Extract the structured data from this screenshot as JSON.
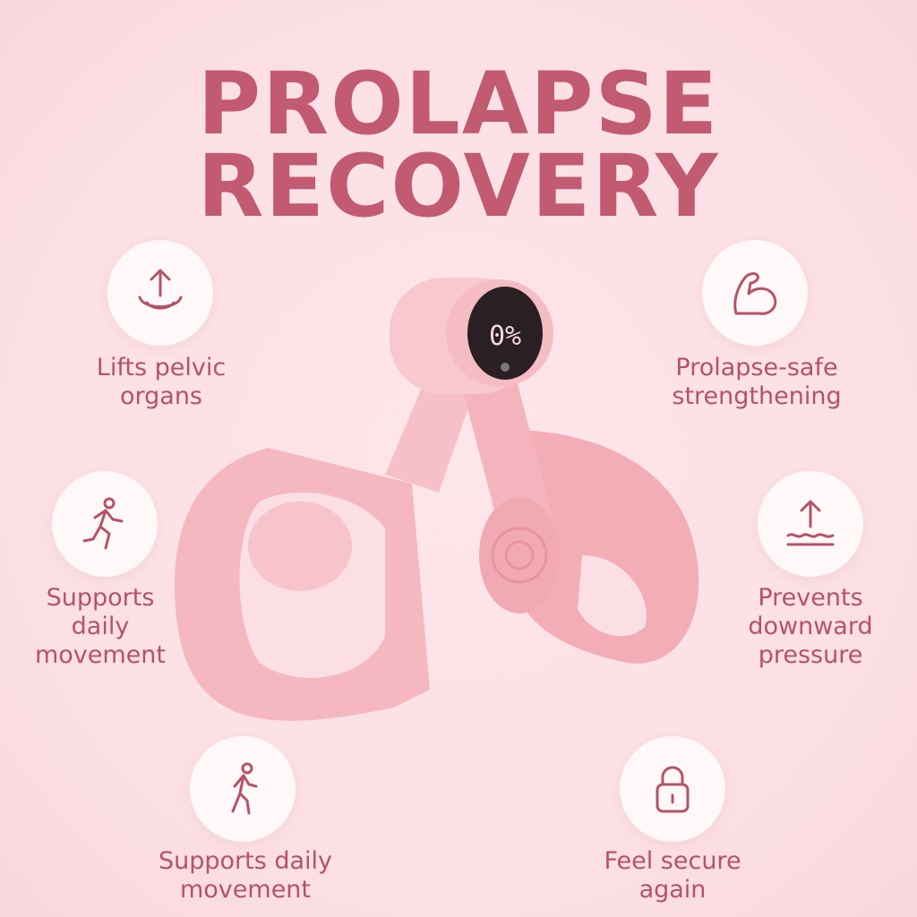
{
  "title": {
    "line1": "PROLAPSE",
    "line2": "RECOVERY"
  },
  "device": {
    "display": "0%"
  },
  "features": [
    {
      "icon": "lift-arrow-icon",
      "label": "Lifts pelvic\norgans"
    },
    {
      "icon": "flexed-arm-icon",
      "label": "Prolapse-safe\nstrengthening"
    },
    {
      "icon": "running-person-icon",
      "label": "Supports\ndaily\nmovement"
    },
    {
      "icon": "arrow-up-waves-icon",
      "label": "Prevents\ndownward\npressure"
    },
    {
      "icon": "walking-person-icon",
      "label": "Supports daily\nmovement"
    },
    {
      "icon": "padlock-icon",
      "label": "Feel secure\nagain"
    }
  ],
  "colors": {
    "accent": "#c25a72",
    "background": "#fbdfe4",
    "product": "#f4b6bf"
  }
}
